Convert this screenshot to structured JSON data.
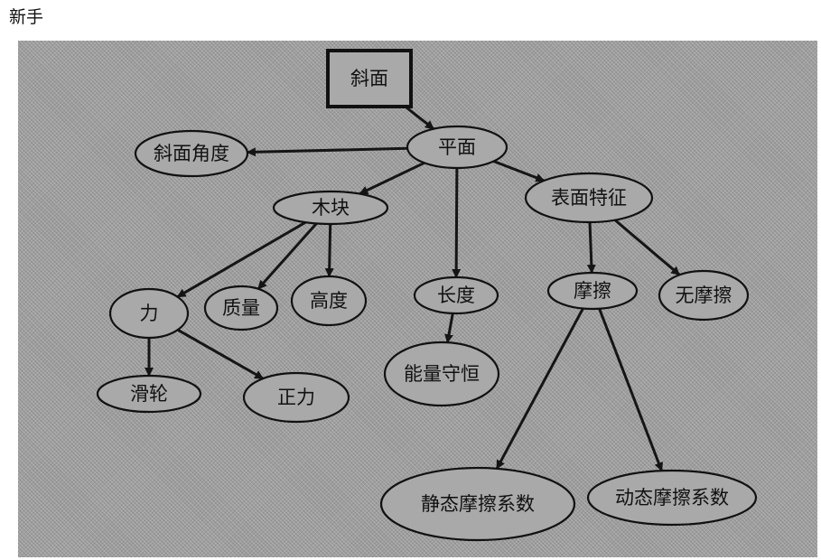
{
  "page_label": "新手",
  "diagram": {
    "nodes": [
      {
        "id": "root",
        "label": "斜面"
      },
      {
        "id": "plane",
        "label": "平面"
      },
      {
        "id": "slope_angle",
        "label": "斜面角度"
      },
      {
        "id": "block",
        "label": "木块"
      },
      {
        "id": "surface",
        "label": "表面特征"
      },
      {
        "id": "force",
        "label": "力"
      },
      {
        "id": "mass",
        "label": "质量"
      },
      {
        "id": "height",
        "label": "高度"
      },
      {
        "id": "length",
        "label": "长度"
      },
      {
        "id": "friction",
        "label": "摩擦"
      },
      {
        "id": "no_friction",
        "label": "无摩擦"
      },
      {
        "id": "pulley",
        "label": "滑轮"
      },
      {
        "id": "normal_force",
        "label": "正力"
      },
      {
        "id": "energy_conservation",
        "label": "能量守恒"
      },
      {
        "id": "static_friction",
        "label": "静态摩擦系数"
      },
      {
        "id": "dynamic_friction",
        "label": "动态摩擦系数"
      }
    ],
    "edges": [
      {
        "from": "root",
        "to": "plane"
      },
      {
        "from": "plane",
        "to": "slope_angle"
      },
      {
        "from": "plane",
        "to": "block"
      },
      {
        "from": "plane",
        "to": "length"
      },
      {
        "from": "plane",
        "to": "surface"
      },
      {
        "from": "block",
        "to": "force"
      },
      {
        "from": "block",
        "to": "mass"
      },
      {
        "from": "block",
        "to": "height"
      },
      {
        "from": "force",
        "to": "pulley"
      },
      {
        "from": "force",
        "to": "normal_force"
      },
      {
        "from": "length",
        "to": "energy_conservation"
      },
      {
        "from": "surface",
        "to": "friction"
      },
      {
        "from": "surface",
        "to": "no_friction"
      },
      {
        "from": "friction",
        "to": "static_friction"
      },
      {
        "from": "friction",
        "to": "dynamic_friction"
      }
    ]
  }
}
